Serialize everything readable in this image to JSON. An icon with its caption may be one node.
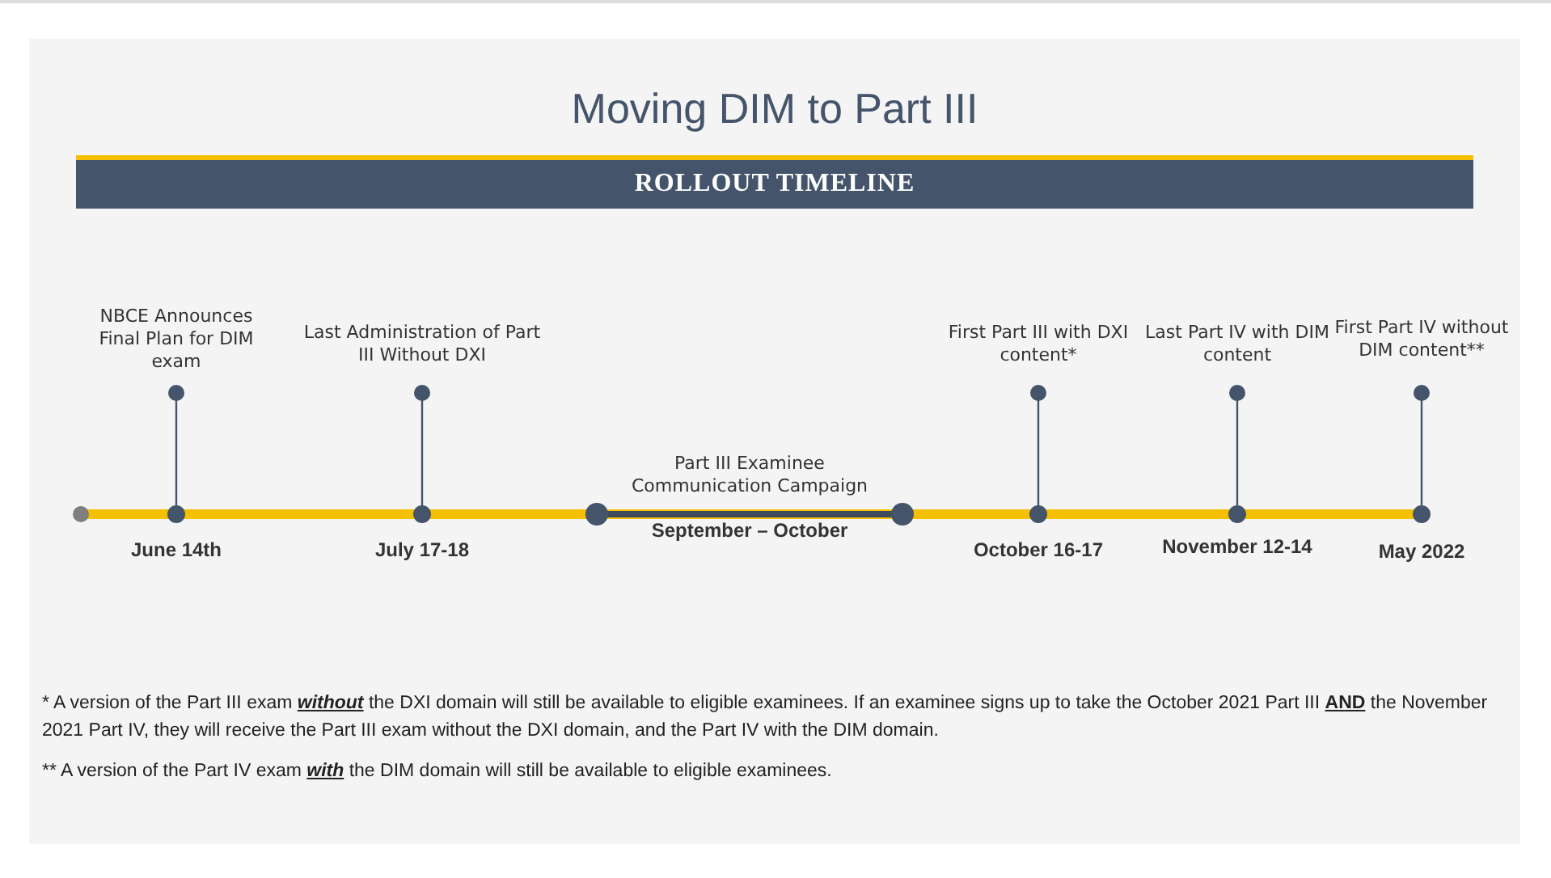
{
  "diagram": {
    "title": "Moving DIM to Part III",
    "nodes": [
      {
        "text": [
          "NBCE Announces Final Plan for DIM exam"
        ]
      },
      {
        "text": [
          "Last Administration of Part III Without DXI"
        ]
      },
      {
        "text": [
          "Part III Examinee Communication Campaign"
        ],
        "beside": [
          "September – October"
        ]
      },
      {
        "text": [
          "First Part III with DXI content*"
        ]
      },
      {
        "text": [
          "Last Part IV with DIM content"
        ]
      },
      {
        "text": [
          "First Part IV without DIM content**"
        ]
      }
    ],
    "labels": [
      "ROLLOUT TIMELINE",
      "June 14th",
      "July 17-18",
      "October 16-17",
      "November 12-14",
      "May 2022",
      "* A version of the Part III exam **without** the DXI domain will still be available to eligible examinees. If an examinee signs up to take the October 2021 Part III **AND** the November 2021 Part IV, they will receive the Part III exam without the DXI domain, and the Part IV with the DIM domain.",
      "** A version of the Part IV exam **with** the DIM domain will still be available to eligible examinees."
    ]
  }
}
